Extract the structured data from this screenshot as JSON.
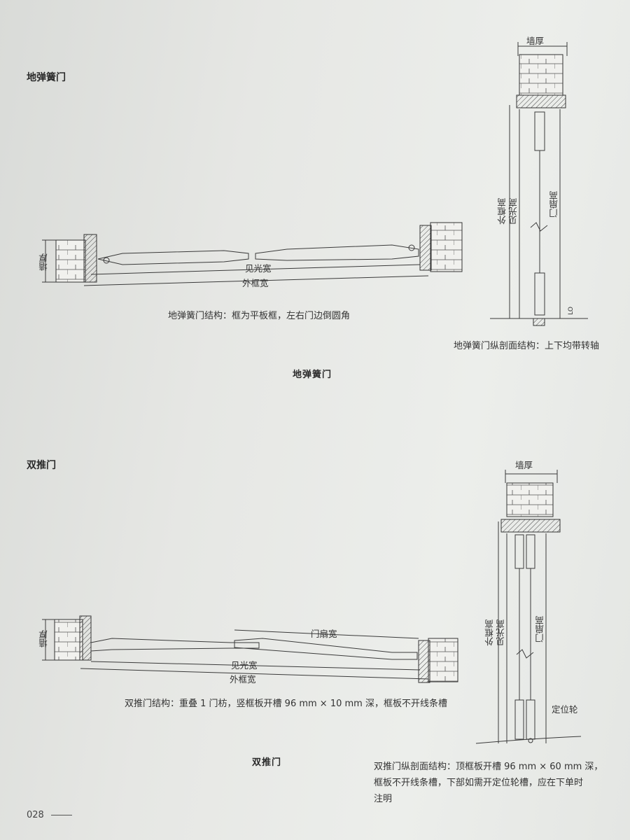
{
  "section1": {
    "title": "地弹簧门",
    "plan_caption": "地弹簧门结构：框为平板框，左右门边倒圆角",
    "section_caption": "地弹簧门纵剖面结构：上下均带转轴",
    "center_title": "地弹簧门",
    "labels": {
      "wall_thickness_left": "墙厚",
      "clear_width": "见光宽",
      "outer_frame_width": "外框宽",
      "wall_thickness_top": "墙厚",
      "outer_frame_height": "外框高",
      "clear_height": "见光高",
      "leaf_height": "门扇高",
      "dim_code": "LO"
    }
  },
  "section2": {
    "title": "双推门",
    "plan_caption": "双推门结构：重叠 1 门枋，竖框板开槽 96 mm × 10 mm 深，框板不开线条槽",
    "section_caption_lines": [
      "双推门纵剖面结构：顶框板开槽 96 mm × 60 mm 深，",
      "框板不开线条槽，下部如需开定位轮槽，应在下单时",
      "注明"
    ],
    "center_title": "双推门",
    "labels": {
      "wall_thickness_left": "墙厚",
      "leaf_width": "门扇宽",
      "clear_width": "见光宽",
      "outer_frame_width": "外框宽",
      "wall_thickness_top": "墙厚",
      "outer_frame_height": "外框高",
      "clear_height": "见光高",
      "leaf_height": "门扇高",
      "locating_wheel": "定位轮"
    }
  },
  "footer": {
    "page_number": "028"
  }
}
